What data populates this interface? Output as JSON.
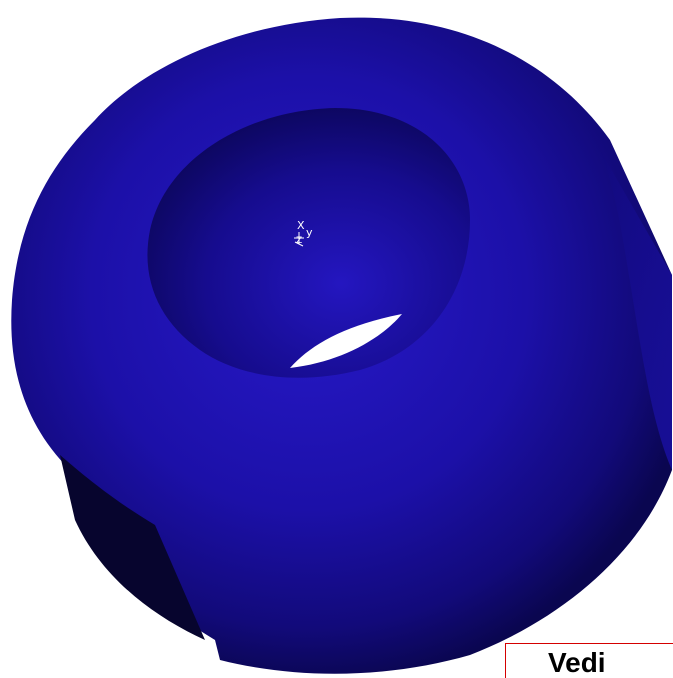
{
  "viewport": {
    "background_color": "#ffffff",
    "model": {
      "shape": "torus-ring-with-flat-cut",
      "color": "#1a0f9e",
      "shadow_color": "#070534",
      "hole_color": "#ffffff"
    },
    "triad": {
      "x_label": "X",
      "y_label": "y",
      "z_label": "Z",
      "color": "#ffffff"
    },
    "view_label": {
      "text": "Vedi",
      "border_color": "#d40000"
    }
  }
}
